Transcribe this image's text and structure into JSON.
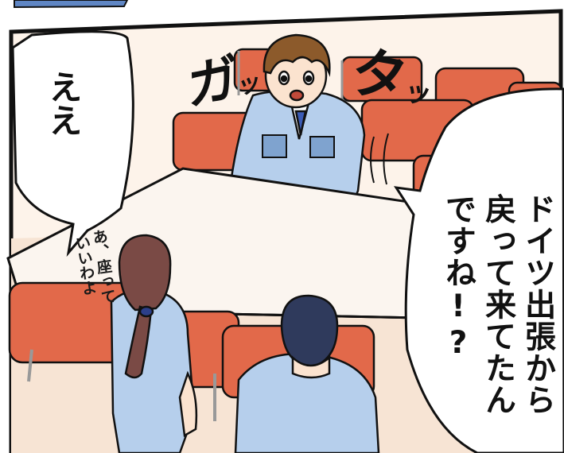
{
  "speech": {
    "left_bubble": "ええ",
    "right_bubble_lines": [
      "ドイツ出張から",
      "戻って来てたん",
      "ですね!?"
    ]
  },
  "whisper": {
    "lines": [
      "あ、座って",
      "いいわよ"
    ]
  },
  "sfx": {
    "ga": "ガ",
    "ga_mark": "ッ",
    "ta": "タ",
    "ta_mark": "ッ"
  },
  "colors": {
    "wall": "#fdf3ea",
    "floor": "#f7e4d4",
    "chair": "#e2694a",
    "chair_dark": "#b84a32",
    "table": "#fbf5ef",
    "uniform": "#b6cfec",
    "uniform_dark": "#7fa3cf",
    "hair_brown": "#8c5a2b",
    "hair_woman": "#7a4a45",
    "hair_dark": "#2f3a5c",
    "ink": "#111111"
  }
}
